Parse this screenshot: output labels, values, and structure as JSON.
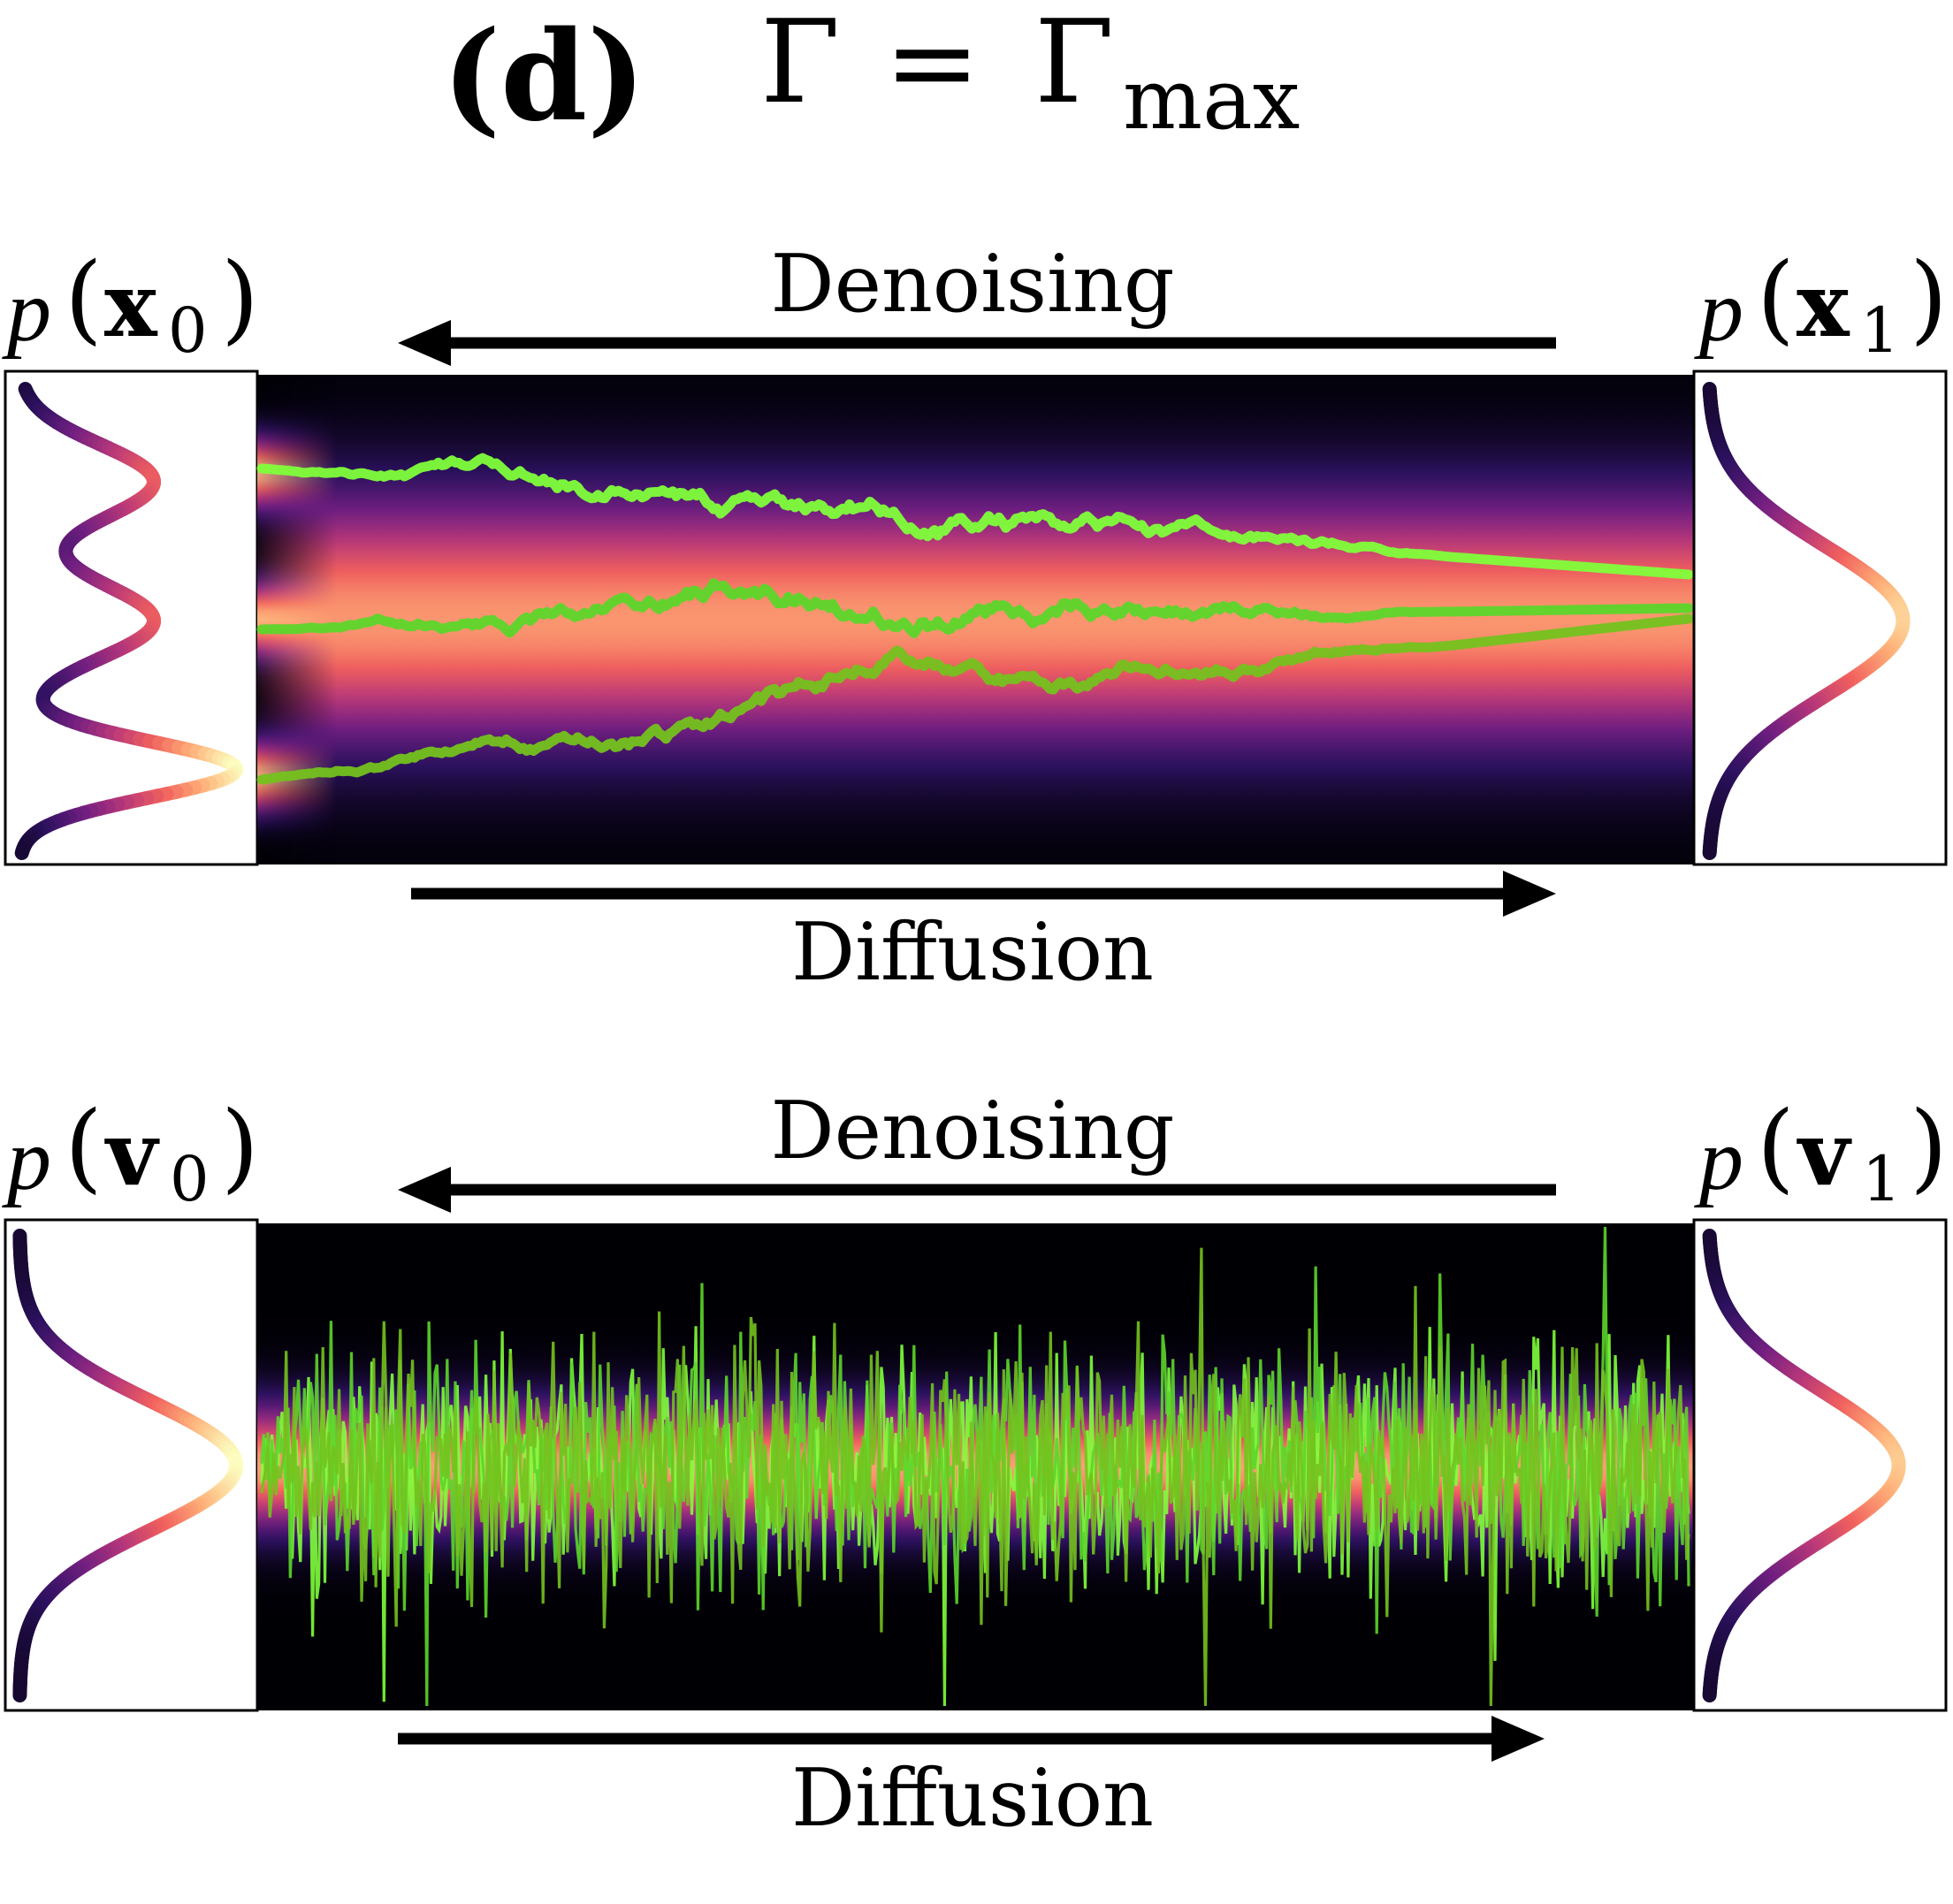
{
  "title": {
    "panel_label": "(d)",
    "symbol": "Γ",
    "equals": "=",
    "rhs_symbol": "Γ",
    "rhs_subscript": "max"
  },
  "panels": [
    {
      "id": "x",
      "left_label": {
        "p": "p",
        "open": "(",
        "var": "x",
        "sub": "0",
        "close": ")"
      },
      "right_label": {
        "p": "p",
        "open": "(",
        "var": "x",
        "sub": "1",
        "close": ")"
      },
      "top_arrow_label": "Denoising",
      "bottom_arrow_label": "Diffusion",
      "left_distribution": "tri-modal",
      "right_distribution": "gaussian",
      "trajectory_style": "smooth-random-walk",
      "trajectory_count": 3
    },
    {
      "id": "v",
      "left_label": {
        "p": "p",
        "open": "(",
        "var": "v",
        "sub": "0",
        "close": ")"
      },
      "right_label": {
        "p": "p",
        "open": "(",
        "var": "v",
        "sub": "1",
        "close": ")"
      },
      "top_arrow_label": "Denoising",
      "bottom_arrow_label": "Diffusion",
      "left_distribution": "gaussian",
      "right_distribution": "gaussian",
      "trajectory_style": "high-frequency-noise",
      "trajectory_count": 3
    }
  ],
  "colors": {
    "colormap": [
      "#000004",
      "#2c115f",
      "#721f81",
      "#b73779",
      "#f1605d",
      "#feb078",
      "#fcfdbf"
    ],
    "trajectory_colors": [
      "#7fff3a",
      "#5cd62a",
      "#74c21e"
    ],
    "arrow": "#000000",
    "frame": "#000000"
  }
}
